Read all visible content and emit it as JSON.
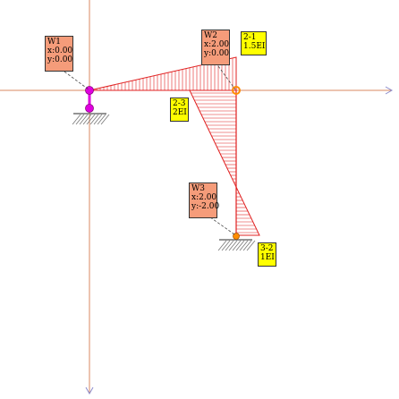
{
  "colors": {
    "axis": "#d98a62",
    "moment": "#e02020",
    "joint_box": "#f59c7a",
    "member_box": "#ffff00",
    "pin_joint": "#e000e0",
    "rigid_joint": "#ff8c00",
    "support": "#555555"
  },
  "joints": [
    {
      "id": "W1",
      "name": "W1",
      "x": "x:0.00",
      "y": "y:0.00"
    },
    {
      "id": "W2",
      "name": "W2",
      "x": "x:2.00",
      "y": "y:0.00"
    },
    {
      "id": "W3",
      "name": "W3",
      "x": "x:2.00",
      "y": "y:-2.00"
    }
  ],
  "members": [
    {
      "id": "2-1",
      "name": "2-1",
      "stiffness": "1.5EI"
    },
    {
      "id": "2-3",
      "name": "2-3",
      "stiffness": "2EI"
    },
    {
      "id": "3-2",
      "name": "3-2",
      "stiffness": "1EI"
    }
  ]
}
